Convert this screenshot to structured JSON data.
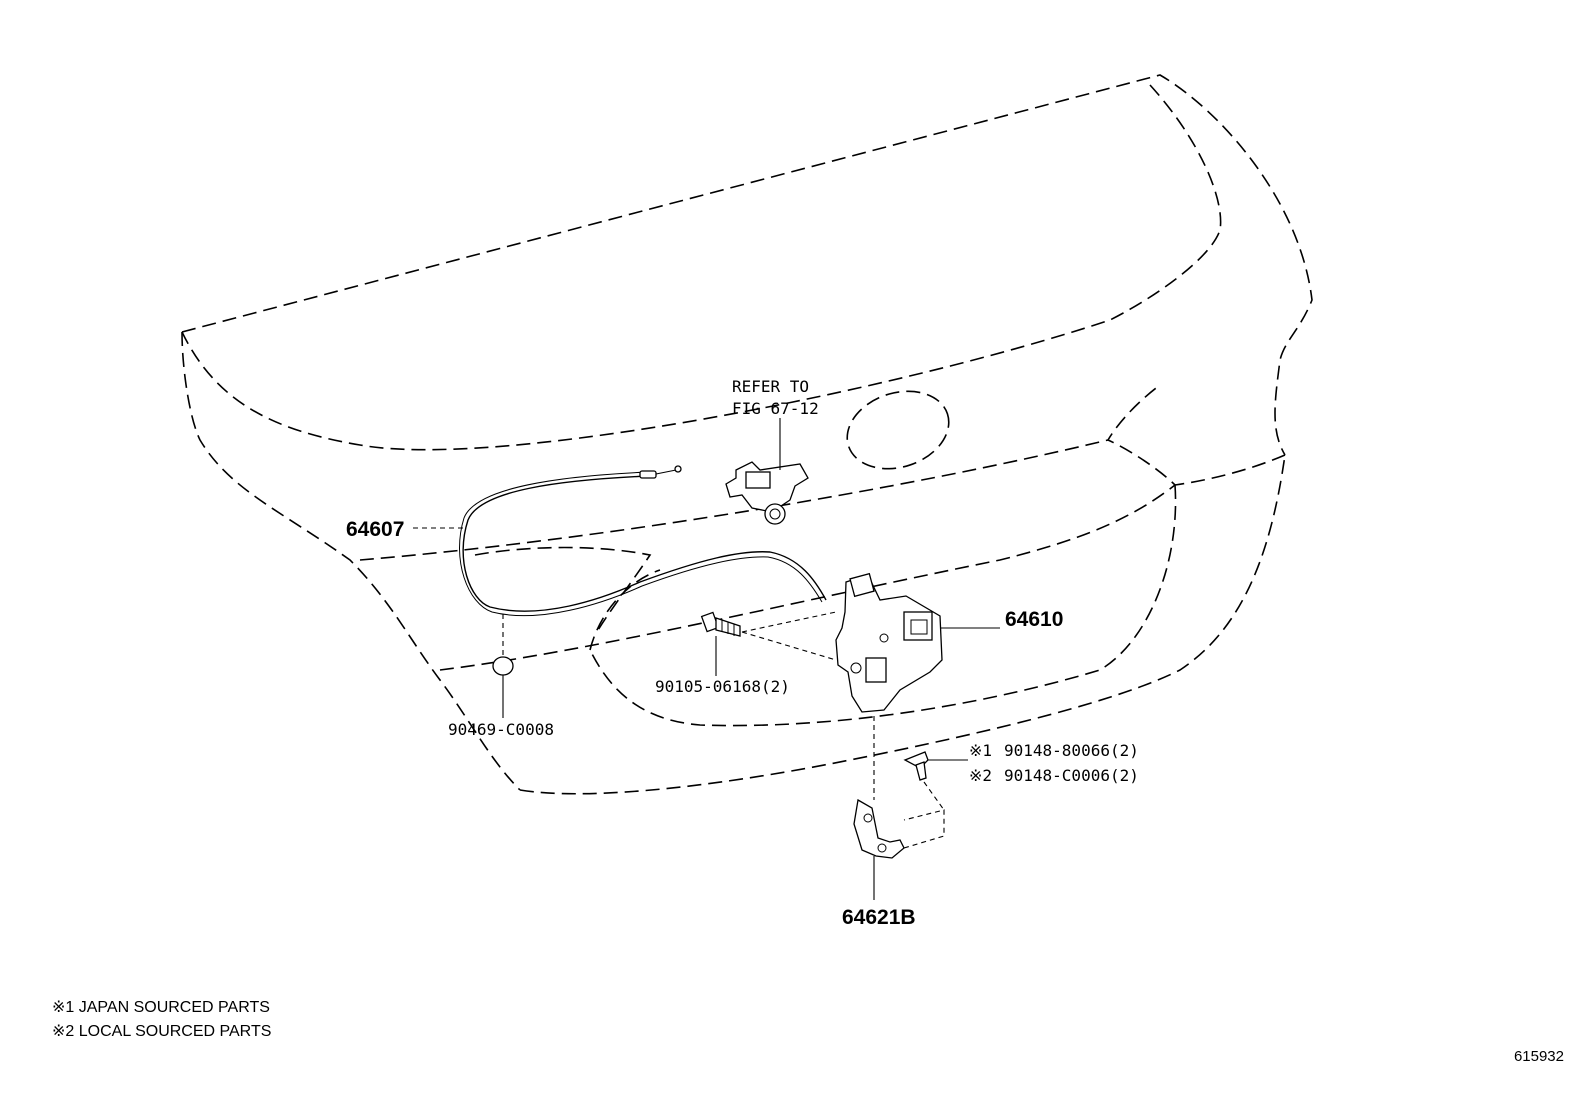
{
  "callouts": {
    "cable": "64607",
    "lock_assembly": "64610",
    "striker": "64621B",
    "bolt": "90105-06168(2)",
    "clip": "90469-C0008",
    "screw_japan": "90148-80066(2)",
    "screw_local": "90148-C0006(2)",
    "refer_line1": "REFER TO",
    "refer_line2": "FIG 67-12"
  },
  "markers": {
    "japan": "※1",
    "local": "※2"
  },
  "notes": {
    "japan": "※1 JAPAN SOURCED PARTS",
    "local": "※2 LOCAL SOURCED PARTS"
  },
  "diagram_id": "615932"
}
